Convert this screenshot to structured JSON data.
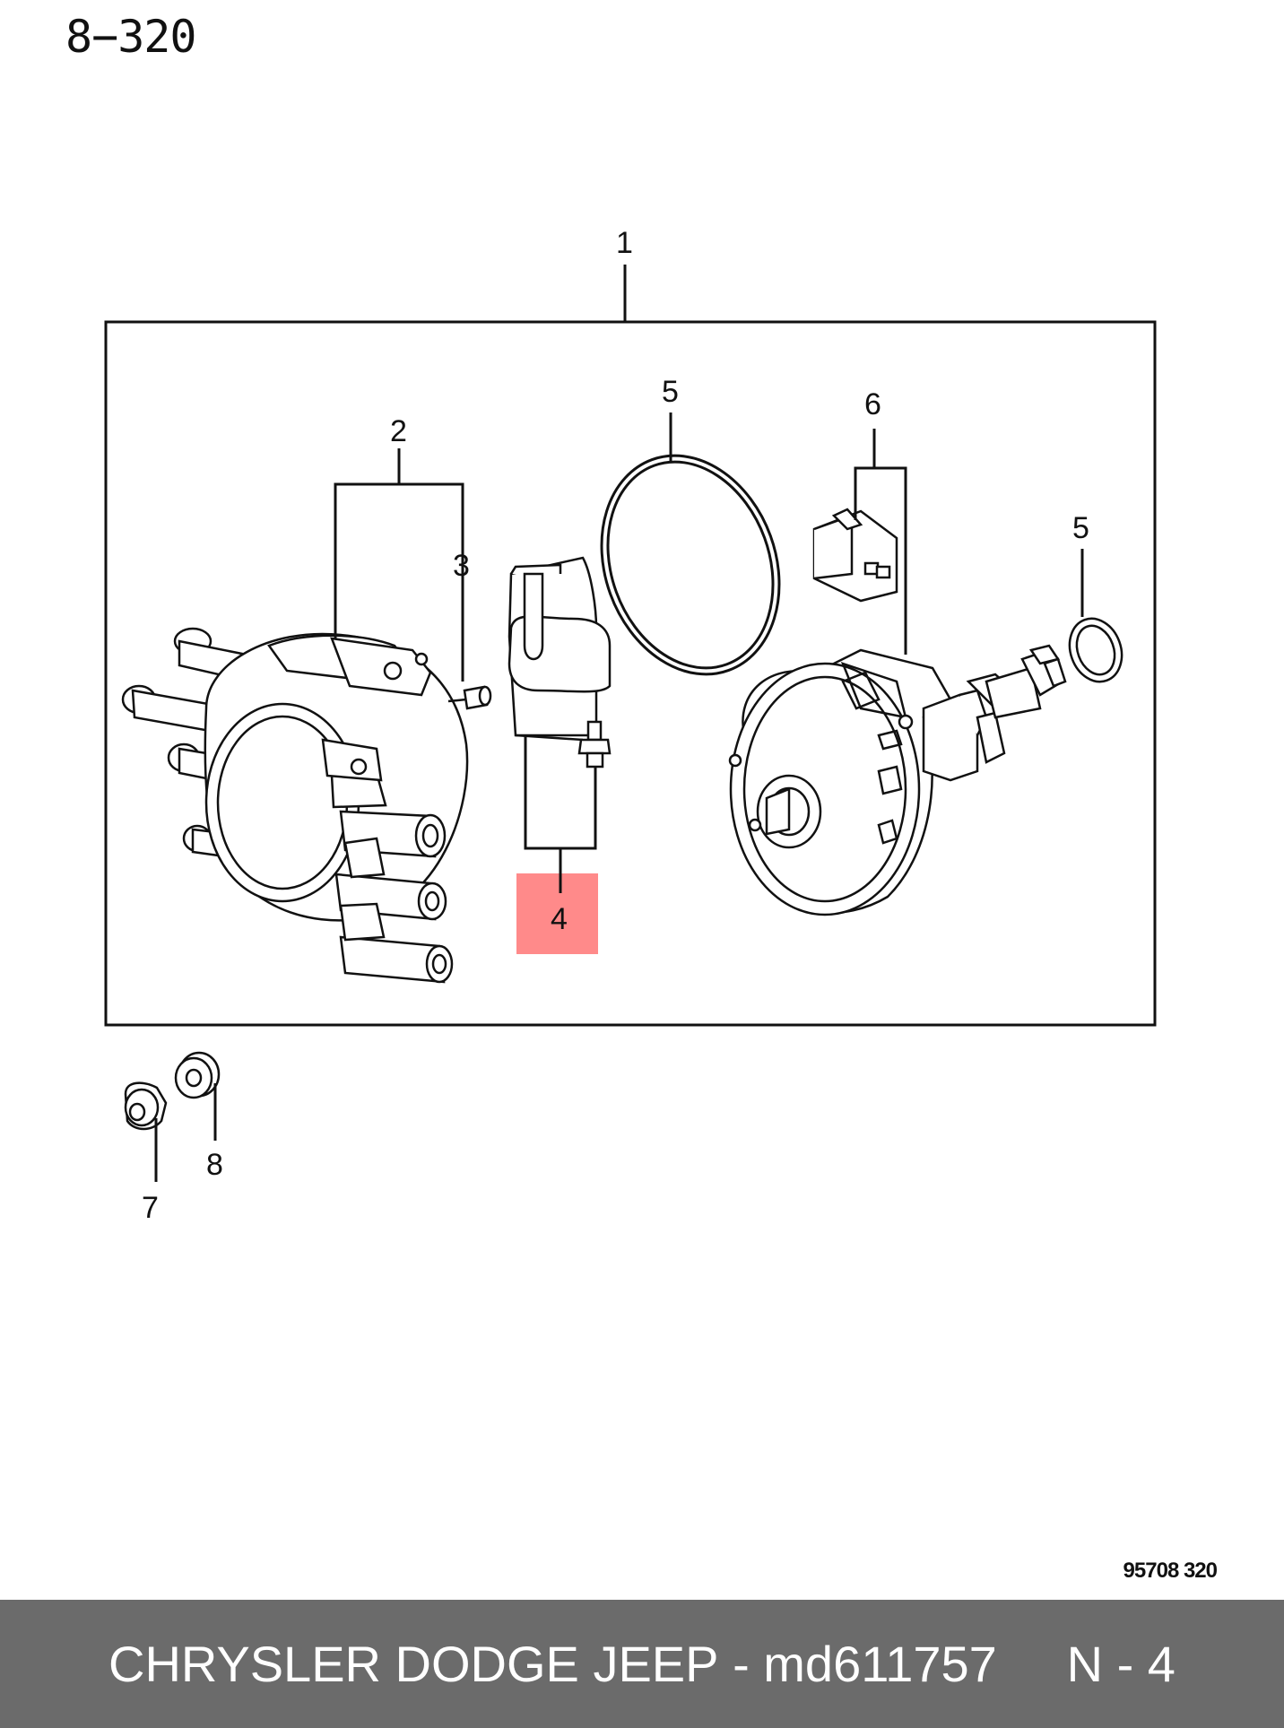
{
  "page_code": "8−320",
  "callouts": {
    "c1": "1",
    "c2": "2",
    "c3": "3",
    "c4": "4",
    "c5a": "5",
    "c5b": "5",
    "c6": "6",
    "c7": "7",
    "c8": "8"
  },
  "highlight": {
    "item": "4",
    "color": "#ff8a8a",
    "label_color": "#8b0000"
  },
  "reference_code": "95708  320",
  "footer": {
    "brand": "CHRYSLER DODGE JEEP",
    "separator": " - ",
    "part_number": "md611757",
    "gap": "     ",
    "ref": "N - 4"
  },
  "colors": {
    "footer_bg": "#6b6b6b",
    "footer_text": "#ffffff",
    "line": "#111111"
  }
}
